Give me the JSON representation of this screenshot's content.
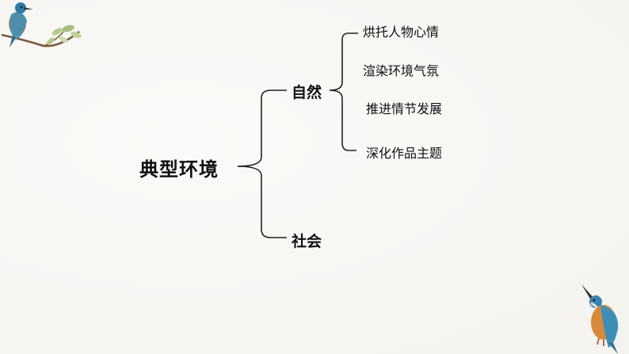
{
  "diagram": {
    "root": "典型环境",
    "branches": [
      {
        "label": "自然",
        "children": [
          "烘托人物心情",
          "渲染环境气氛",
          "推进情节发展",
          "深化作品主题"
        ]
      },
      {
        "label": "社会",
        "children": []
      }
    ]
  },
  "colors": {
    "line": "#222222",
    "background": "#f7f6f3",
    "kingfisher_blue": "#3d8fb8",
    "kingfisher_orange": "#d9893b"
  },
  "decorations": [
    "kingfisher-on-branch-top-left",
    "kingfisher-bottom-right"
  ]
}
